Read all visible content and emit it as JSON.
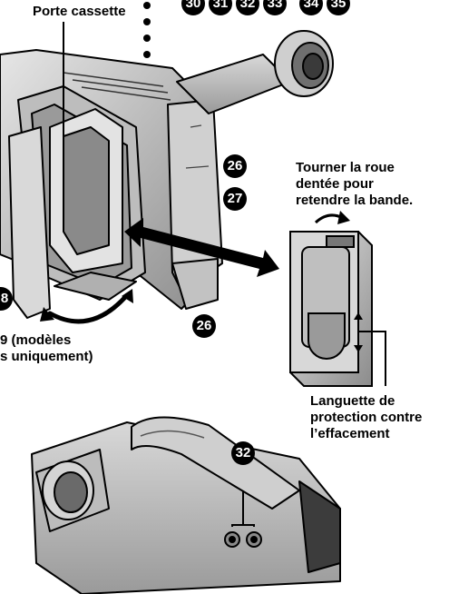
{
  "labels": {
    "cassette_holder": "Porte cassette",
    "wheel_instruction": [
      "Tourner la roue",
      "dentée pour",
      "retendre la bande."
    ],
    "erase_tab": [
      "Languette de",
      "protection contre",
      "l’effacement"
    ],
    "models_note": [
      "(modèles",
      "s uniquement)"
    ]
  },
  "callouts": {
    "top_row": [
      "30",
      "31",
      "32",
      "33",
      "34",
      "35"
    ],
    "n26_top": "26",
    "n27": "27",
    "n26_bottom": "26",
    "n28_partial": "8",
    "n29_partial": "9",
    "n32": "32"
  },
  "colors": {
    "ink": "#000000",
    "body_light": "#cfcfcf",
    "body_mid": "#a8a8a8",
    "body_dark": "#7a7a7a"
  }
}
